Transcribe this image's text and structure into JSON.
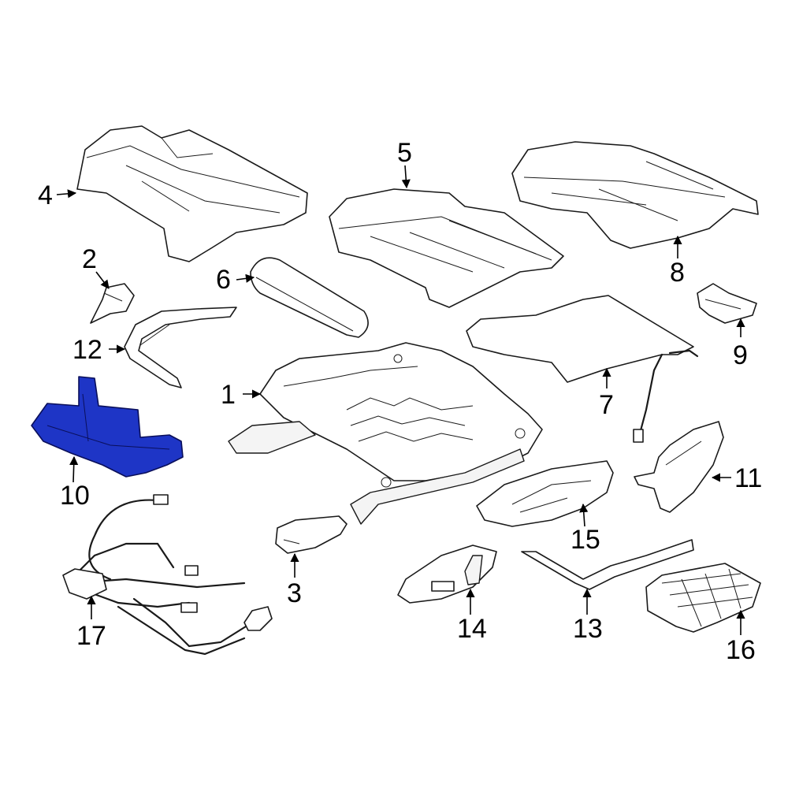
{
  "colors": {
    "highlight_fill": "#1e35c6",
    "highlight_stroke": "#0a0f5a",
    "line": "#1a1a1a"
  },
  "highlighted_part": "10",
  "callouts": {
    "c1": "1",
    "c2": "2",
    "c3": "3",
    "c4": "4",
    "c5": "5",
    "c6": "6",
    "c7": "7",
    "c8": "8",
    "c9": "9",
    "c10": "10",
    "c11": "11",
    "c12": "12",
    "c13": "13",
    "c14": "14",
    "c15": "15",
    "c16": "16",
    "c17": "17"
  }
}
